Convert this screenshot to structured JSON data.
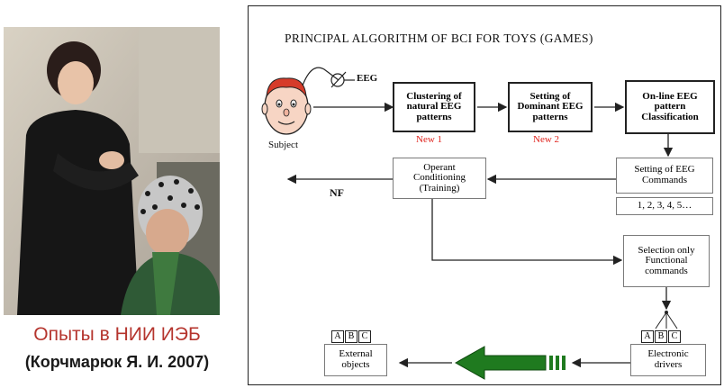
{
  "captions": {
    "line1": "Опыты в НИИ ИЭБ",
    "line2": "(Корчмарюк Я. И. 2007)"
  },
  "diagram": {
    "title": "PRINCIPAL ALGORITHM OF BCI FOR TOYS (GAMES)",
    "eeg_label": "EEG",
    "subject_label": "Subject",
    "nf_label": "NF",
    "boxes": {
      "clustering": "Clustering of natural EEG patterns",
      "setting_dominant": "Setting of Dominant EEG patterns",
      "online_classification": "On-line EEG pattern Classification",
      "setting_commands": "Setting of EEG Commands",
      "numbers": "1, 2, 3, 4, 5…",
      "operant": "Operant Conditioning (Training)",
      "selection": "Selection only Functional commands",
      "electronic": "Electronic drivers",
      "external": "External objects"
    },
    "new_labels": [
      "New 1",
      "New 2"
    ],
    "abc_letters": [
      "A",
      "B",
      "C"
    ]
  },
  "colors": {
    "caption_red": "#b5352e",
    "new_red": "#e0241e",
    "big_arrow_green": "#1f7a1f"
  }
}
